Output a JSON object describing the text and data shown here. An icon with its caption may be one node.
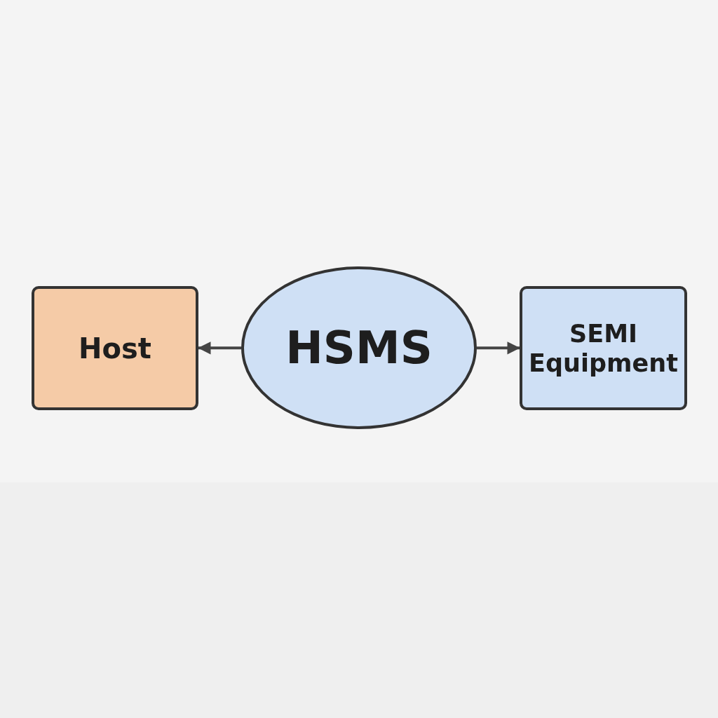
{
  "diagram": {
    "nodes": [
      {
        "text": [
          "Host"
        ]
      },
      {
        "text": [
          "HSMS"
        ]
      },
      {
        "text": [
          "SEMI Equipment"
        ]
      }
    ],
    "edges": [
      {
        "from": 1,
        "to": 0,
        "arrow": "to"
      },
      {
        "from": 1,
        "to": 2,
        "arrow": "to"
      }
    ]
  }
}
